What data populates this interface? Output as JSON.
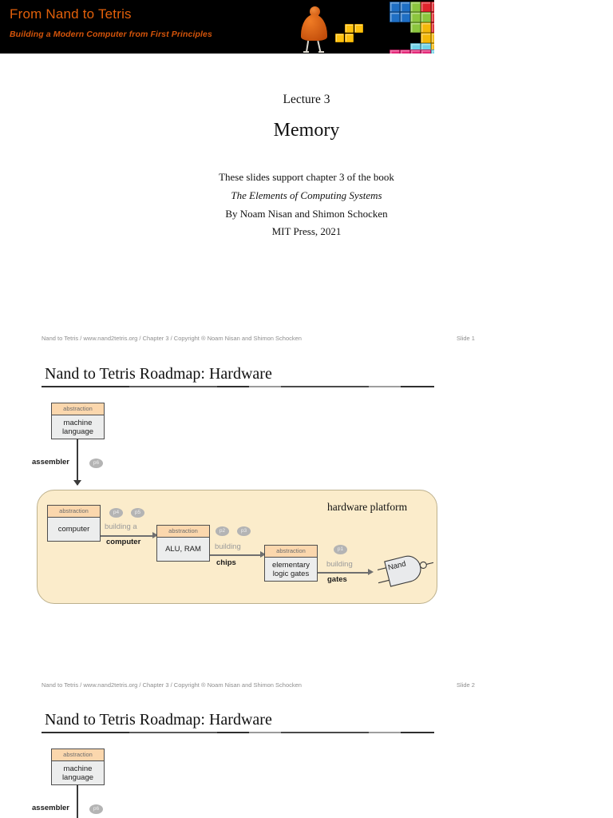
{
  "banner": {
    "title": "From Nand to Tetris",
    "subtitle": "Building a Modern Computer from First Principles",
    "title_color": "#e2600a",
    "background": "#000000",
    "figure_icon": "walking-person-icon",
    "tetris_icon": "tetris-blocks-icon",
    "tetris_colors": [
      "#1f6fc4",
      "#8cc63e",
      "#e0242c",
      "#f5b808",
      "#6fd2e8",
      "#e5297a"
    ]
  },
  "title_slide": {
    "lecture": "Lecture 3",
    "topic": "Memory",
    "support_line": "These slides support chapter 3 of the book",
    "book_title": "The Elements of Computing Systems",
    "authors": "By Noam Nisan and Shimon Schocken",
    "publisher": "MIT Press, 2021",
    "footer_left": "Nand to Tetris / www.nand2tetris.org / Chapter 3 / Copyright ® Noam Nisan and Shimon Schocken",
    "footer_right": "Slide 1"
  },
  "slide2": {
    "title": "Nand to Tetris Roadmap: Hardware",
    "footer_left": "Nand to Tetris / www.nand2tetris.org / Chapter 3 / Copyright ® Noam Nisan and Shimon Schocken",
    "footer_right": "Slide 2"
  },
  "slide3": {
    "title": "Nand to Tetris Roadmap: Hardware"
  },
  "roadmap": {
    "abstraction_label": "abstraction",
    "platform_label": "hardware platform",
    "nand_label": "Nand",
    "boxes": {
      "machine_language": "machine\nlanguage",
      "machine_language_l1": "machine",
      "machine_language_l2": "language",
      "computer": "computer",
      "alu_ram": "ALU, RAM",
      "logic_gates_l1": "elementary",
      "logic_gates_l2": "logic gates"
    },
    "edges": {
      "assembler": "assembler",
      "building_a": "building a",
      "computer": "computer",
      "building": "building",
      "chips": "chips",
      "building2": "building",
      "gates": "gates"
    },
    "pills": {
      "p6": "p6",
      "p5": "p5",
      "p4": "p4",
      "p3": "p3",
      "p2": "p2",
      "p1": "p1"
    },
    "colors": {
      "abstraction_header": "#fbd7ad",
      "box_body": "#eceded",
      "platform_fill": "#fbeccb",
      "pill": "#b4b4b4"
    }
  }
}
